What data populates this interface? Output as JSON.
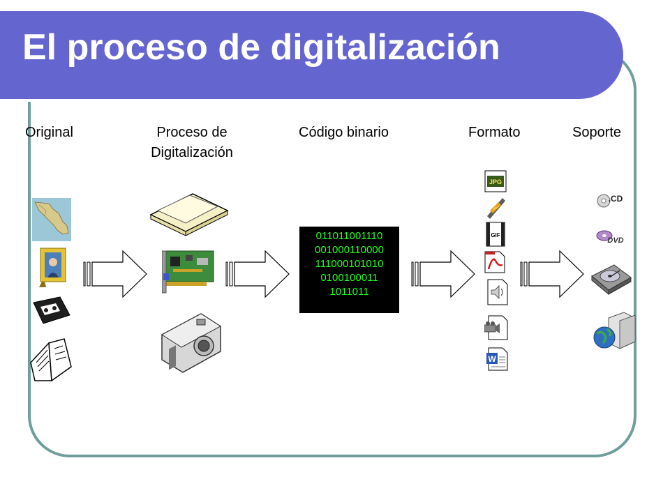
{
  "slide": {
    "title": "El proceso de digitalización"
  },
  "columns": {
    "original": "Original",
    "proceso_line1": "Proceso de",
    "proceso_line2": "Digitalización",
    "codigo": "Código binario",
    "formato": "Formato",
    "soporte": "Soporte"
  },
  "binary": {
    "lines": [
      "011011001110",
      "001000110000",
      "111000101010",
      "0100100011",
      "1011011"
    ]
  },
  "format_icons": {
    "jpg": "JPG",
    "gif": "GIF"
  },
  "support_icons": {
    "cd": ".CD",
    "dvd": "DVD"
  },
  "colors": {
    "title_bar": "#6565cf",
    "frame": "#6f9e9b",
    "binary_bg": "#000000",
    "binary_text": "#22ff22"
  },
  "icons": [
    "map-icon",
    "photo-frame-icon",
    "video-cassette-icon",
    "open-book-icon",
    "flatbed-scanner-icon",
    "capture-card-icon",
    "digital-camera-icon",
    "jpg-file-icon",
    "flash-file-icon",
    "gif-file-icon",
    "pdf-file-icon",
    "audio-file-icon",
    "video-file-icon",
    "word-file-icon",
    "cd-icon",
    "dvd-icon",
    "hard-drive-icon",
    "web-server-icon"
  ]
}
